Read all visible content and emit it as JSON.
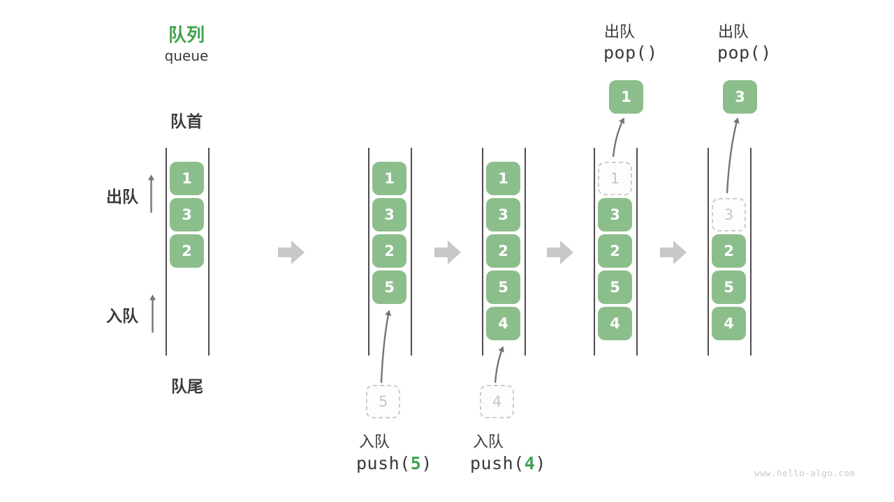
{
  "title": {
    "zh": "队列",
    "en": "queue"
  },
  "side_labels": {
    "front": "队首",
    "rear": "队尾",
    "dequeue": "出队",
    "enqueue": "入队"
  },
  "watermark": "www.hello-algo.com",
  "colors": {
    "box_green": "#8cbe8c",
    "accent_green": "#3fa34f",
    "text_dark": "#3a3a3a",
    "block_arrow_gray": "#c8c8c8",
    "thin_arrow_gray": "#757575",
    "dashed_gray": "#cdcdcd"
  },
  "states": [
    {
      "items": [
        {
          "value": "1",
          "slot": 0,
          "dashed": false
        },
        {
          "value": "3",
          "slot": 1,
          "dashed": false
        },
        {
          "value": "2",
          "slot": 2,
          "dashed": false
        }
      ],
      "op": null
    },
    {
      "items": [
        {
          "value": "1",
          "slot": 0,
          "dashed": false
        },
        {
          "value": "3",
          "slot": 1,
          "dashed": false
        },
        {
          "value": "2",
          "slot": 2,
          "dashed": false
        },
        {
          "value": "5",
          "slot": 3,
          "dashed": false
        }
      ],
      "op": {
        "kind": "enqueue",
        "label": "入队",
        "code_pre": "push(",
        "code_arg": "5",
        "code_post": ")",
        "staged_value": "5"
      }
    },
    {
      "items": [
        {
          "value": "1",
          "slot": 0,
          "dashed": false
        },
        {
          "value": "3",
          "slot": 1,
          "dashed": false
        },
        {
          "value": "2",
          "slot": 2,
          "dashed": false
        },
        {
          "value": "5",
          "slot": 3,
          "dashed": false
        },
        {
          "value": "4",
          "slot": 4,
          "dashed": false
        }
      ],
      "op": {
        "kind": "enqueue",
        "label": "入队",
        "code_pre": "push(",
        "code_arg": "4",
        "code_post": ")",
        "staged_value": "4"
      }
    },
    {
      "items": [
        {
          "value": "1",
          "slot": 0,
          "dashed": true
        },
        {
          "value": "3",
          "slot": 1,
          "dashed": false
        },
        {
          "value": "2",
          "slot": 2,
          "dashed": false
        },
        {
          "value": "5",
          "slot": 3,
          "dashed": false
        },
        {
          "value": "4",
          "slot": 4,
          "dashed": false
        }
      ],
      "op": {
        "kind": "dequeue",
        "label": "出队",
        "code_pre": "pop(",
        "code_arg": "",
        "code_post": ")",
        "popped_value": "1"
      }
    },
    {
      "items": [
        {
          "value": "3",
          "slot": 1,
          "dashed": true
        },
        {
          "value": "2",
          "slot": 2,
          "dashed": false
        },
        {
          "value": "5",
          "slot": 3,
          "dashed": false
        },
        {
          "value": "4",
          "slot": 4,
          "dashed": false
        }
      ],
      "op": {
        "kind": "dequeue",
        "label": "出队",
        "code_pre": "pop(",
        "code_arg": "",
        "code_post": ")",
        "popped_value": "3"
      }
    }
  ]
}
